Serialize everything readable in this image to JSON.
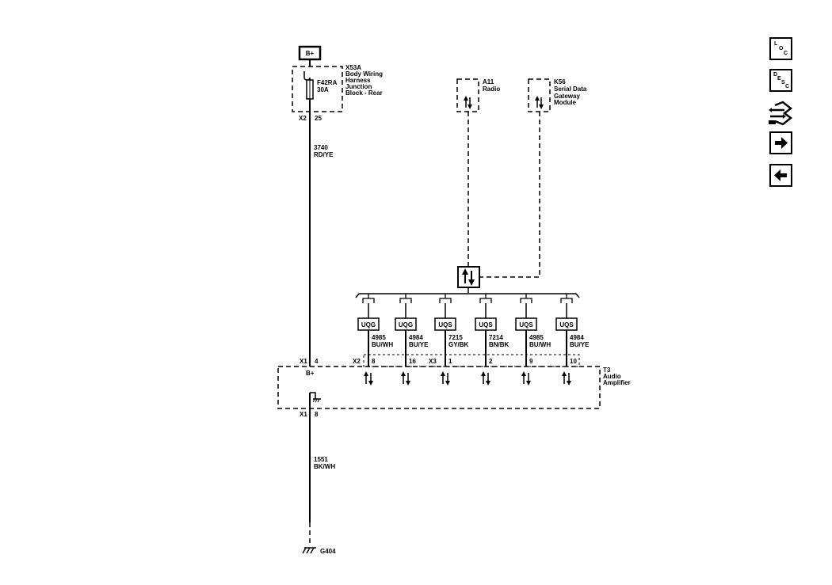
{
  "power": {
    "label": "B+"
  },
  "fuse_block": {
    "code": "X53A",
    "name_lines": [
      "Body Wiring",
      "Harness",
      "Junction",
      "Block - Rear"
    ],
    "fuse_id": "F42RA",
    "fuse_rating": "30A",
    "connector": "X2",
    "pin": "25"
  },
  "wire_power": {
    "circuit": "3740",
    "color": "RD/YE"
  },
  "radio": {
    "code": "A11",
    "name": "Radio"
  },
  "gateway": {
    "code": "K56",
    "name_lines": [
      "Serial Data",
      "Gateway",
      "Module"
    ]
  },
  "channels": [
    {
      "label": "UQG",
      "circuit": "4985",
      "color": "BU/WH",
      "pin": "8"
    },
    {
      "label": "UQG",
      "circuit": "4984",
      "color": "BU/YE",
      "pin": "16"
    },
    {
      "label": "UQS",
      "circuit": "7215",
      "color": "GY/BK",
      "pin": "1"
    },
    {
      "label": "UQS",
      "circuit": "7214",
      "color": "BN/BK",
      "pin": "2"
    },
    {
      "label": "UQS",
      "circuit": "4985",
      "color": "BU/WH",
      "pin": "9"
    },
    {
      "label": "UQS",
      "circuit": "4984",
      "color": "BU/YE",
      "pin": "10"
    }
  ],
  "amplifier": {
    "code": "T3",
    "name_lines": [
      "Audio",
      "Amplifier"
    ],
    "power_connector": "X1",
    "power_pin": "4",
    "power_label": "B+",
    "ground_connector": "X1",
    "ground_pin": "8",
    "connector_x2": "X2",
    "connector_x3": "X3"
  },
  "wire_ground": {
    "circuit": "1551",
    "color": "BK/WH"
  },
  "ground": {
    "id": "G404"
  },
  "nav": {
    "loc_letters": [
      "L",
      "O",
      "C"
    ],
    "desc_letters": [
      "D",
      "E",
      "S",
      "C"
    ]
  },
  "icons": {
    "loc": "location-icon",
    "desc": "description-icon",
    "connector": "connector-view-icon",
    "next": "right-arrow-icon",
    "prev": "left-arrow-icon",
    "data_link": "bidirectional-arrows-icon",
    "ground": "ground-icon",
    "fuse": "fuse-icon"
  },
  "colors": {
    "line": "#000000",
    "background": "#ffffff"
  }
}
